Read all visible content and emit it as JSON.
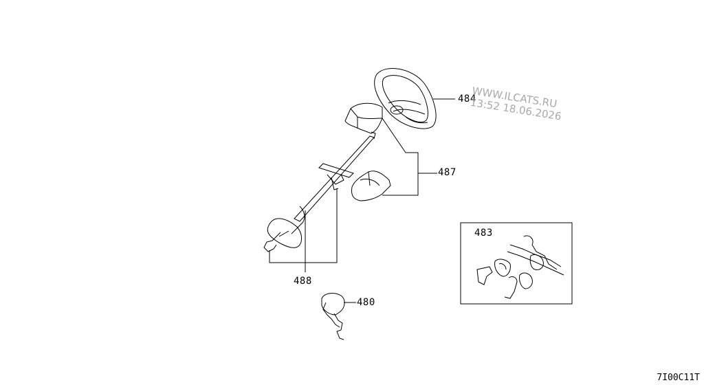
{
  "parts": {
    "p484": "484",
    "p487": "487",
    "p488": "488",
    "p480": "480",
    "p483": "483"
  },
  "watermark": {
    "site": "WWW.ILCATS.RU",
    "timestamp": "13:52 18.06.2026"
  },
  "diagram_code": "7I00C11T",
  "colors": {
    "line": "#000000",
    "watermark": "#9a9a9a",
    "background": "#ffffff"
  }
}
